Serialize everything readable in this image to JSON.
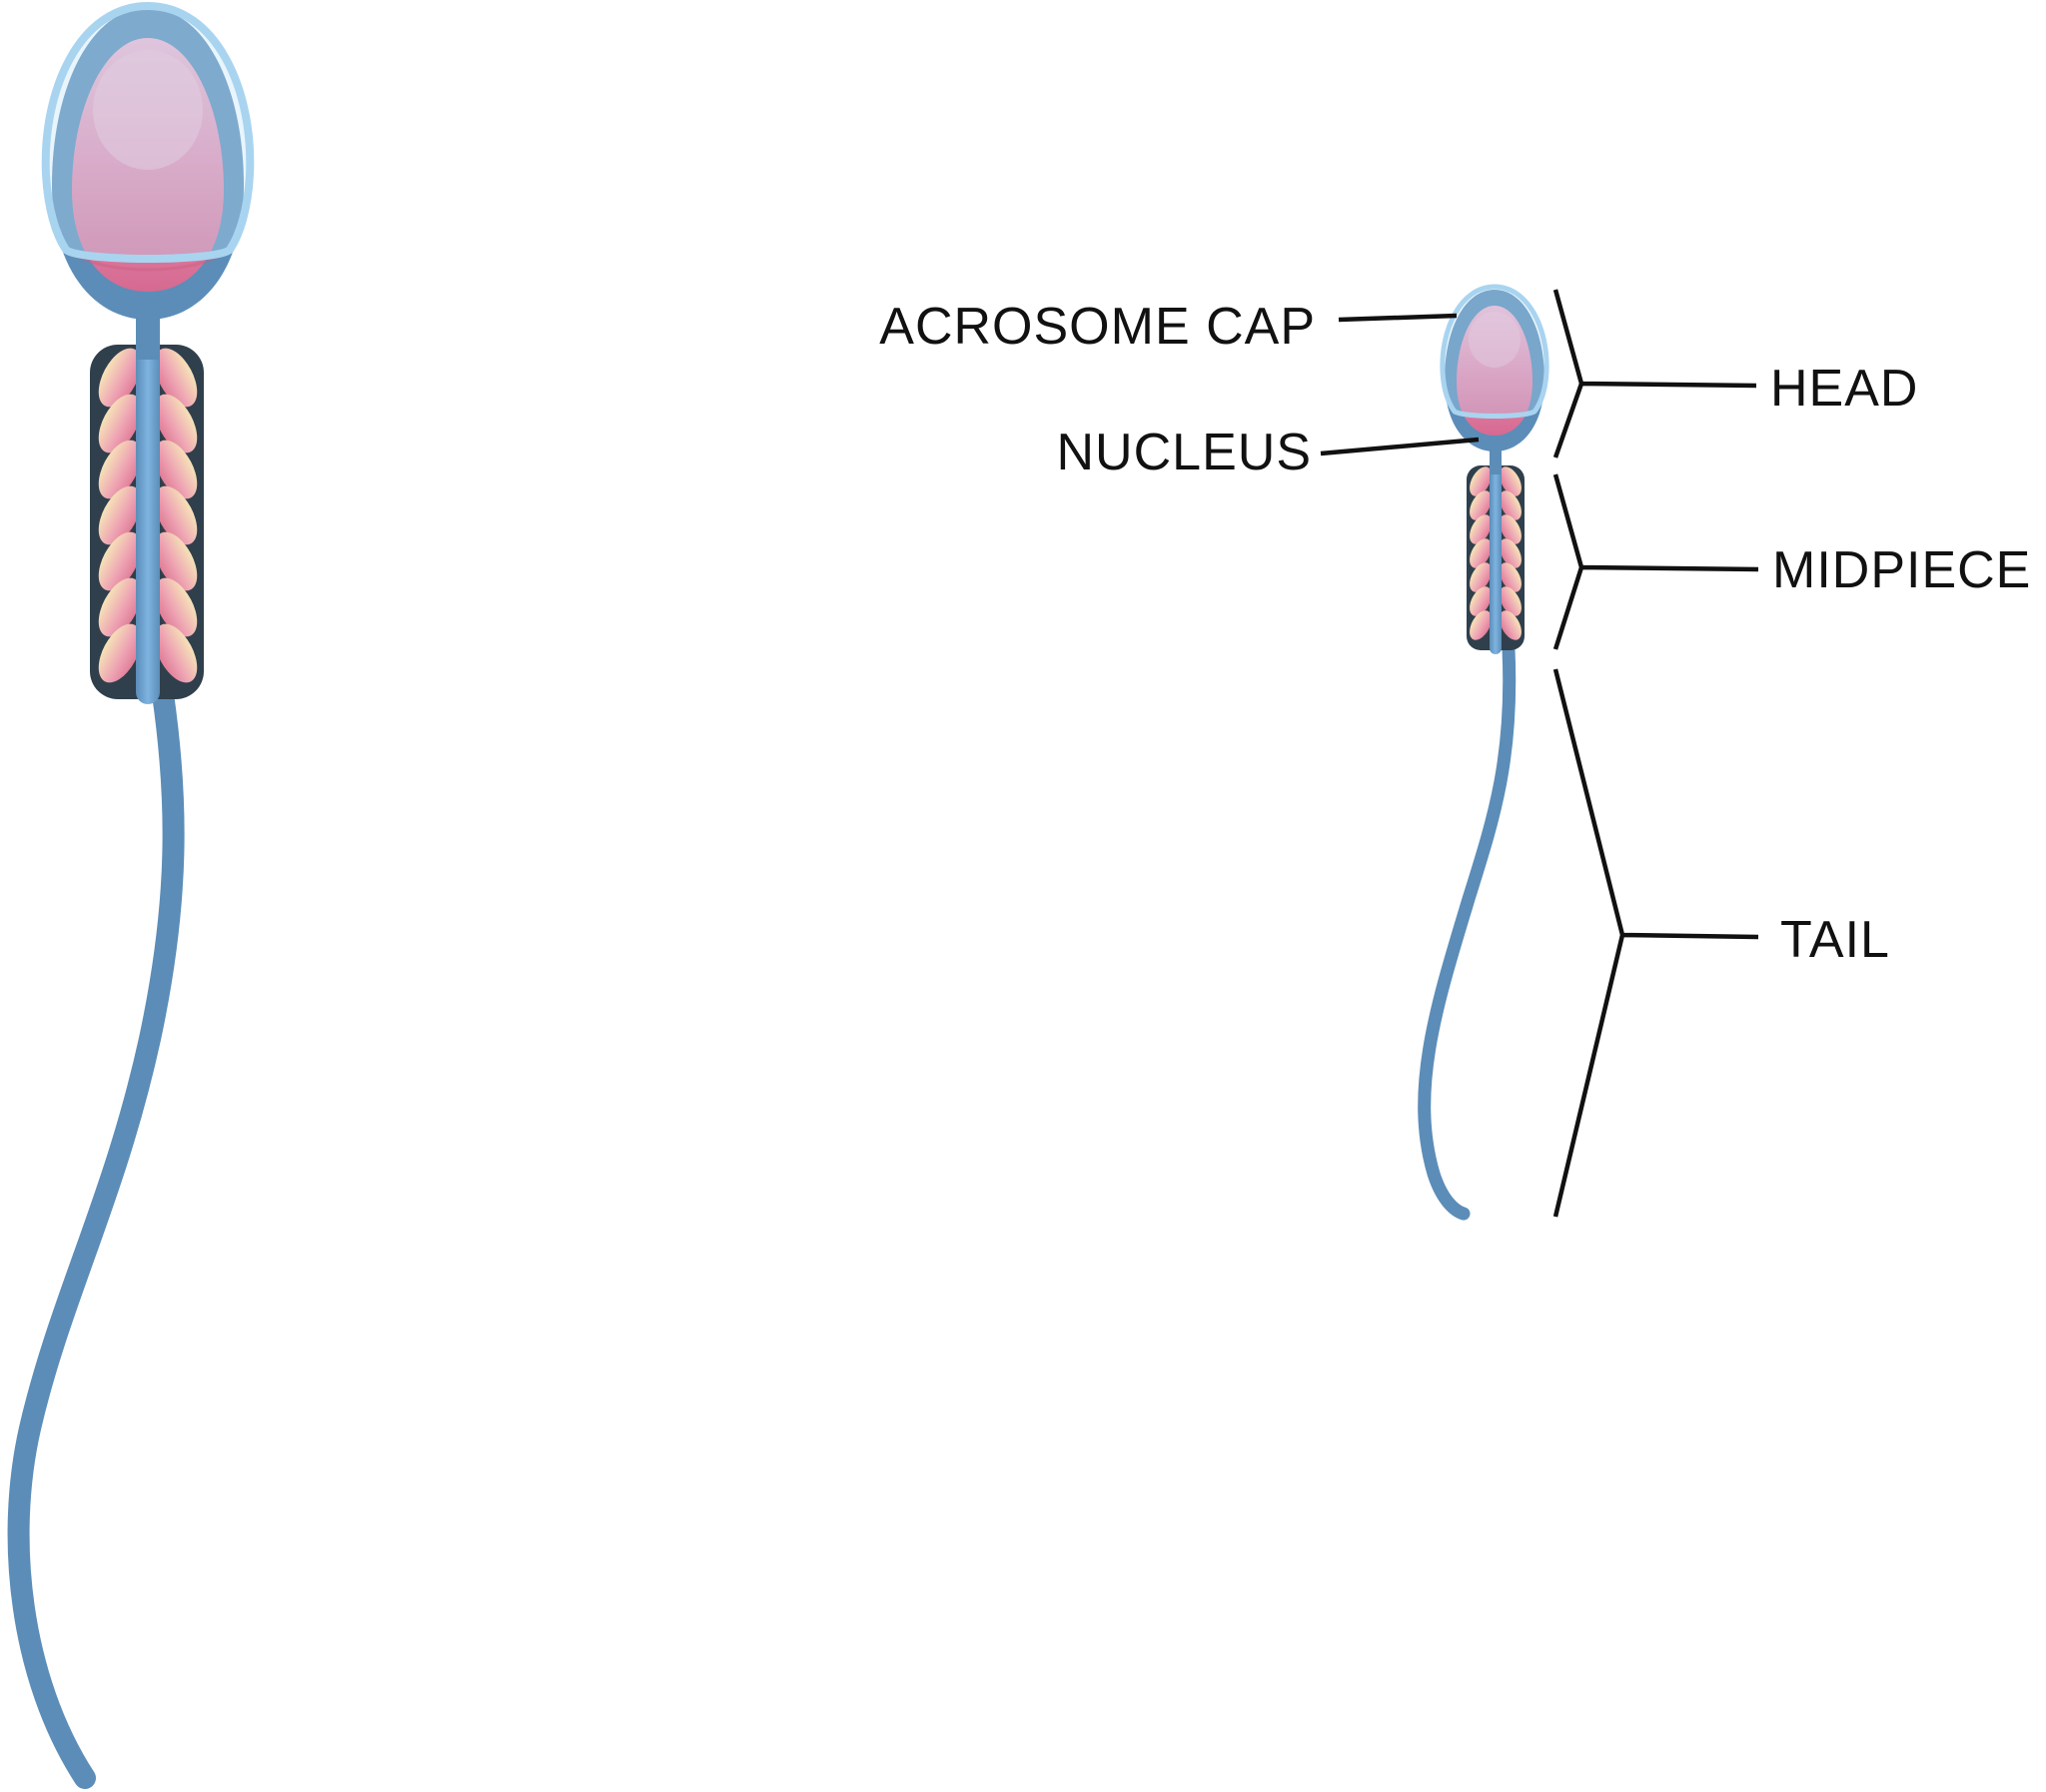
{
  "labels": {
    "acrosome_cap": "ACROSOME CAP",
    "nucleus": "NUCLEUS",
    "head": "HEAD",
    "midpiece": "MIDPIECE",
    "tail": "TAIL"
  },
  "colors": {
    "body_blue": "#5b8db8",
    "body_blue_dark": "#3f6f99",
    "cap_light_blue": "#a9d4f0",
    "nucleus_pink": "#e48aae",
    "mito_pink": "#e6879f",
    "mito_cream": "#f4dfb4",
    "midpiece_dark": "#2f3f4c",
    "line": "#111111"
  }
}
